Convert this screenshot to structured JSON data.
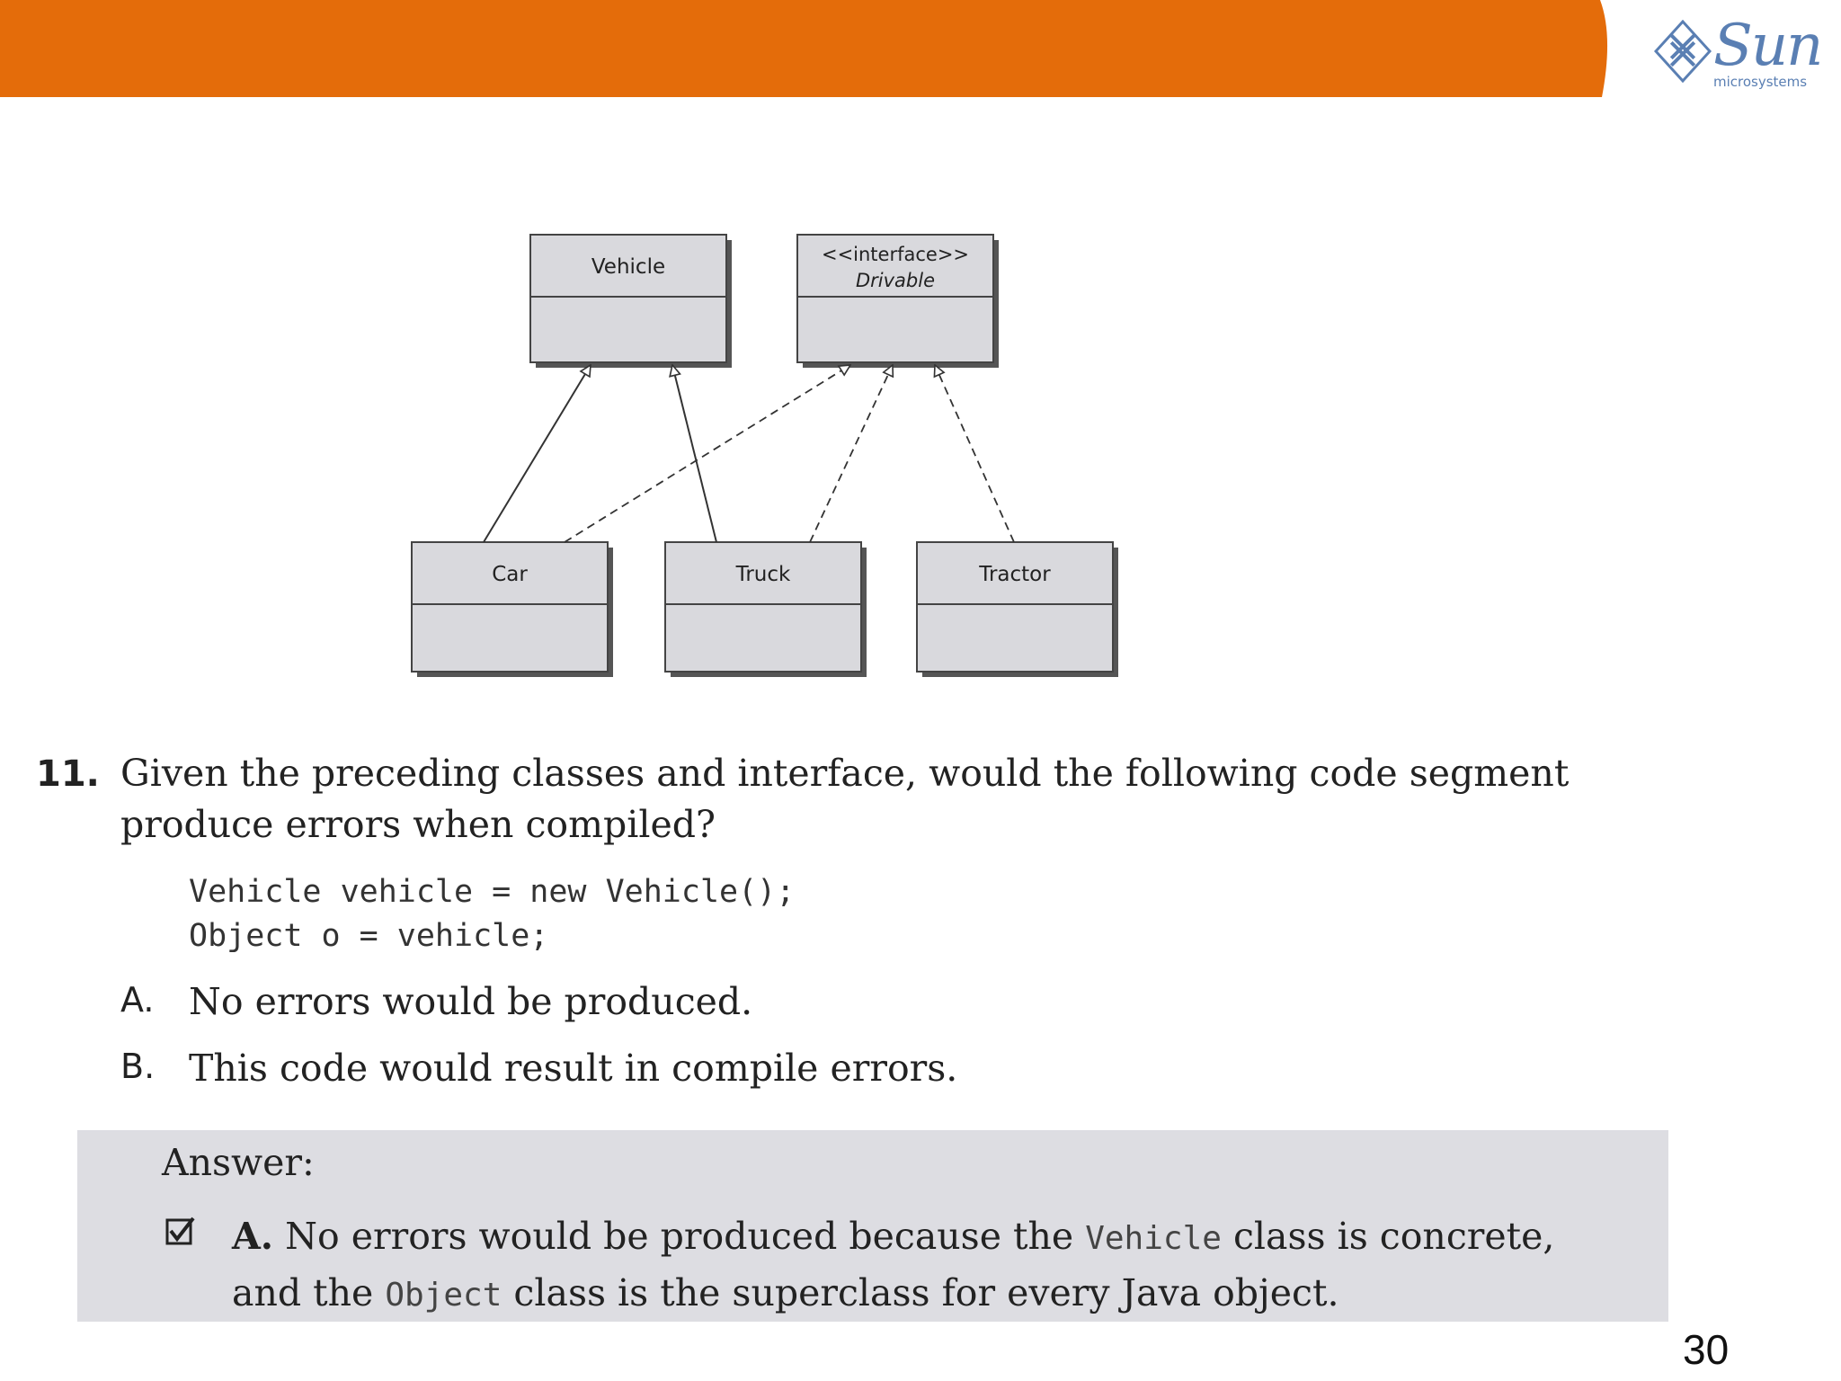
{
  "colors": {
    "header": "#e46c0a",
    "brand_blue": "#5a7fb3",
    "box_fill": "#d9d9dd",
    "answer_bg": "#dddde2"
  },
  "logo": {
    "name": "Sun",
    "sub": "microsystems"
  },
  "diagram": {
    "vehicle": "Vehicle",
    "interface_stereotype": "<<interface>>",
    "interface_name": "Drivable",
    "car": "Car",
    "truck": "Truck",
    "tractor": "Tractor"
  },
  "question": {
    "number": "11.",
    "text": "Given the preceding classes and interface, would the following code segment produce errors when compiled?",
    "code_line1": "Vehicle vehicle = new Vehicle();",
    "code_line2": "Object o = vehicle;",
    "options": [
      {
        "letter": "A.",
        "text": "No errors would be produced."
      },
      {
        "letter": "B.",
        "text": "This code would result in compile errors."
      }
    ]
  },
  "answer": {
    "label": "Answer:",
    "letter": "A.",
    "text_part1": "No errors would be produced because the",
    "code1": "Vehicle",
    "text_part2": "class is concrete, and the",
    "code2": "Object",
    "text_part3": "class is the superclass for every Java object."
  },
  "page_number": "30"
}
